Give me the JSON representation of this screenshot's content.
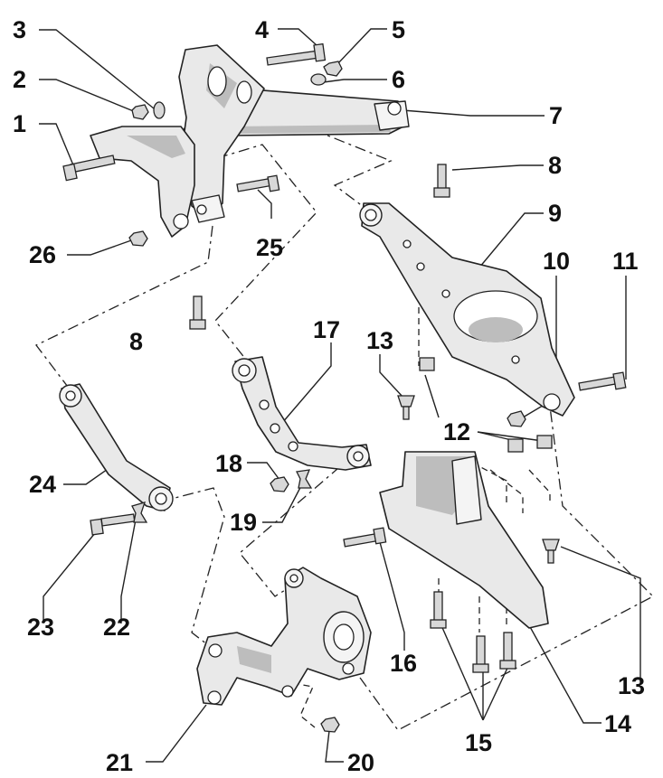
{
  "diagram": {
    "callouts": [
      {
        "number": "1"
      },
      {
        "number": "2"
      },
      {
        "number": "3"
      },
      {
        "number": "4"
      },
      {
        "number": "5"
      },
      {
        "number": "6"
      },
      {
        "number": "7"
      },
      {
        "number": "8"
      },
      {
        "number": "8"
      },
      {
        "number": "9"
      },
      {
        "number": "10"
      },
      {
        "number": "11"
      },
      {
        "number": "12"
      },
      {
        "number": "13"
      },
      {
        "number": "13"
      },
      {
        "number": "14"
      },
      {
        "number": "15"
      },
      {
        "number": "16"
      },
      {
        "number": "17"
      },
      {
        "number": "18"
      },
      {
        "number": "19"
      },
      {
        "number": "20"
      },
      {
        "number": "21"
      },
      {
        "number": "22"
      },
      {
        "number": "23"
      },
      {
        "number": "24"
      },
      {
        "number": "25"
      },
      {
        "number": "26"
      }
    ],
    "colors": {
      "ink": "#111111",
      "part_fill": "#e9e9e9",
      "background": "#ffffff"
    }
  }
}
